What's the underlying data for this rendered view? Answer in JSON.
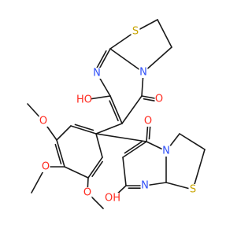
{
  "molecule": {
    "colors": {
      "C": "#1a1a1a",
      "N": "#3050f8",
      "O": "#ff2a1f",
      "S": "#c8a400"
    },
    "atom_labels": {
      "s_top": "S",
      "n_top_ring": "N",
      "n_top_amid": "N",
      "o_top_carbonyl": "O",
      "oh_top": "HO",
      "o_bot_carbonyl": "O",
      "n_bot_ring": "N",
      "n_bot_amid": "N",
      "s_bot": "S",
      "oh_bot": "OH",
      "o_meo_1": "O",
      "o_meo_2": "O",
      "o_meo_3": "O"
    }
  }
}
